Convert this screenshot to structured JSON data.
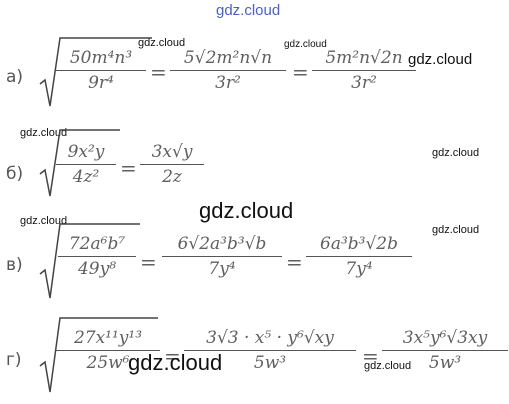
{
  "watermarks": {
    "top": "gdz.cloud",
    "a_small_1": "gdz.cloud",
    "a_small_2": "gdz.cloud",
    "a_medium": "gdz.cloud",
    "b_small_1": "gdz.cloud",
    "b_small_2": "gdz.cloud",
    "center_large": "gdz.cloud",
    "v_small_1": "gdz.cloud",
    "v_small_2": "gdz.cloud",
    "g_large": "gdz.cloud",
    "g_small": "gdz.cloud"
  },
  "items": {
    "a": {
      "label": "а)",
      "radicand": {
        "num": "50m⁴n³",
        "den": "9r⁴"
      },
      "eq1": "=",
      "step1": {
        "num": "5√2m²n√n",
        "den": "3r²"
      },
      "eq2": "=",
      "step2": {
        "num": "5m²n√2n",
        "den": "3r²"
      }
    },
    "b": {
      "label": "б)",
      "radicand": {
        "num": "9x²y",
        "den": "4z²"
      },
      "eq1": "=",
      "step1": {
        "num": "3x√y",
        "den": "2z"
      }
    },
    "v": {
      "label": "в)",
      "radicand": {
        "num": "72a⁶b⁷",
        "den": "49y⁸"
      },
      "eq1": "=",
      "step1": {
        "num": "6√2a³b³√b",
        "den": "7y⁴"
      },
      "eq2": "=",
      "step2": {
        "num": "6a³b³√2b",
        "den": "7y⁴"
      }
    },
    "g": {
      "label": "г)",
      "radicand": {
        "num": "27x¹¹y¹³",
        "den": "25w⁶"
      },
      "eq1": "=",
      "step1": {
        "num": "3√3 · x⁵ · y⁶√xy",
        "den": "5w³"
      },
      "eq2": "=",
      "step2": {
        "num": "3x⁵y⁶√3xy",
        "den": "5w³"
      }
    }
  }
}
